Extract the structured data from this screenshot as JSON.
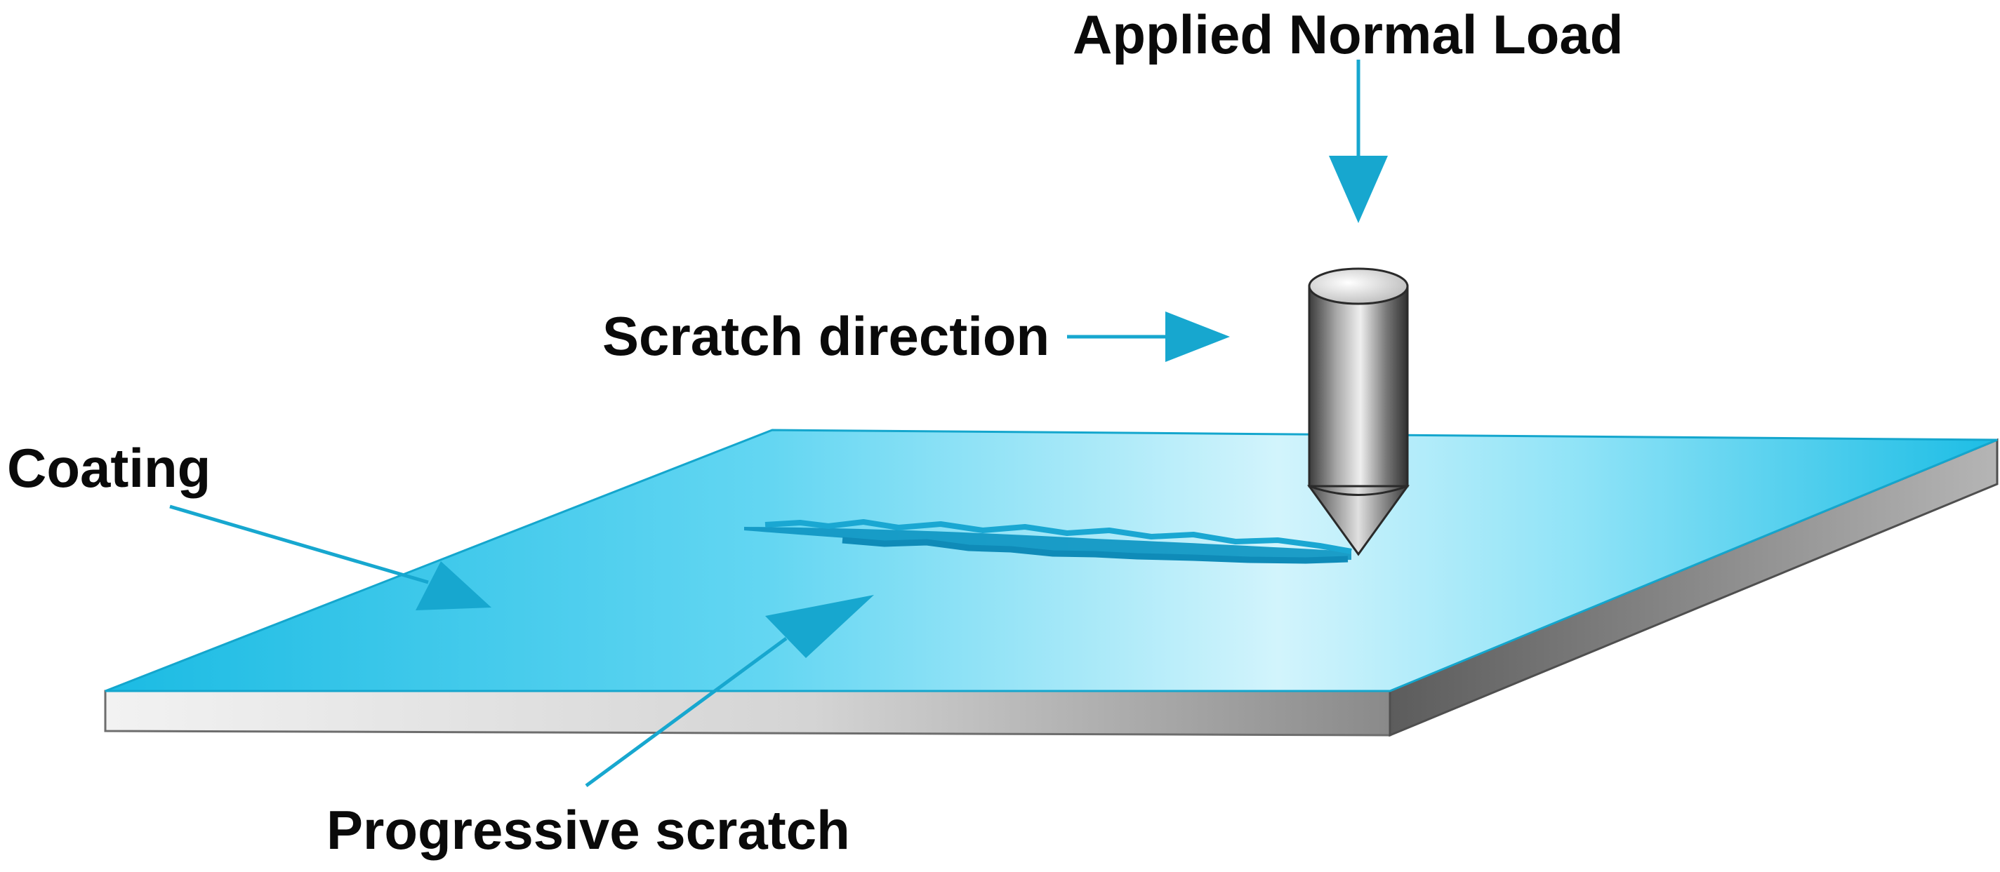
{
  "labels": {
    "applied_normal_load": "Applied Normal Load",
    "scratch_direction": "Scratch direction",
    "coating": "Coating",
    "progressive_scratch": "Progressive scratch"
  },
  "colors": {
    "arrow": "#17a7cf",
    "coating_light": "#c9f1fb",
    "coating_mid": "#4fd0ef",
    "coating_dark": "#1bbbe3",
    "substrate_side": "#9a9a9a",
    "scratch_mark": "#1298c4",
    "text": "#0a0a0a"
  }
}
